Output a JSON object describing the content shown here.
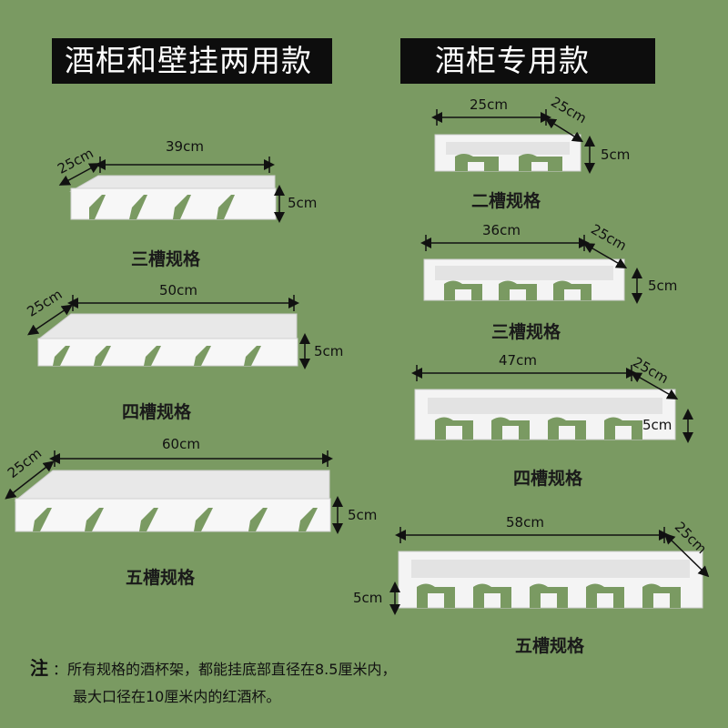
{
  "headers": {
    "left": "酒柜和壁挂两用款",
    "right": "酒柜专用款"
  },
  "left_column": [
    {
      "label": "三槽规格",
      "width": "39cm",
      "depth": "25cm",
      "height": "5cm"
    },
    {
      "label": "四槽规格",
      "width": "50cm",
      "depth": "25cm",
      "height": "5cm"
    },
    {
      "label": "五槽规格",
      "width": "60cm",
      "depth": "25cm",
      "height": "5cm"
    }
  ],
  "right_column": [
    {
      "label": "二槽规格",
      "width": "25cm",
      "depth": "25cm",
      "height": "5cm"
    },
    {
      "label": "三槽规格",
      "width": "36cm",
      "depth": "25cm",
      "height": "5cm"
    },
    {
      "label": "四槽规格",
      "width": "47cm",
      "depth": "25cm",
      "height": "5cm"
    },
    {
      "label": "五槽规格",
      "width": "58cm",
      "depth": "25cm",
      "height": "5cm"
    }
  ],
  "note": {
    "prefix": "注",
    "line1": "：所有规格的酒杯架，都能挂底部直径在8.5厘米内，",
    "line2": "最大口径在10厘米内的红酒杯。"
  },
  "colors": {
    "background": "#7a9a62",
    "header_bg": "#0d0d0d",
    "rack": "#f7f7f7"
  }
}
